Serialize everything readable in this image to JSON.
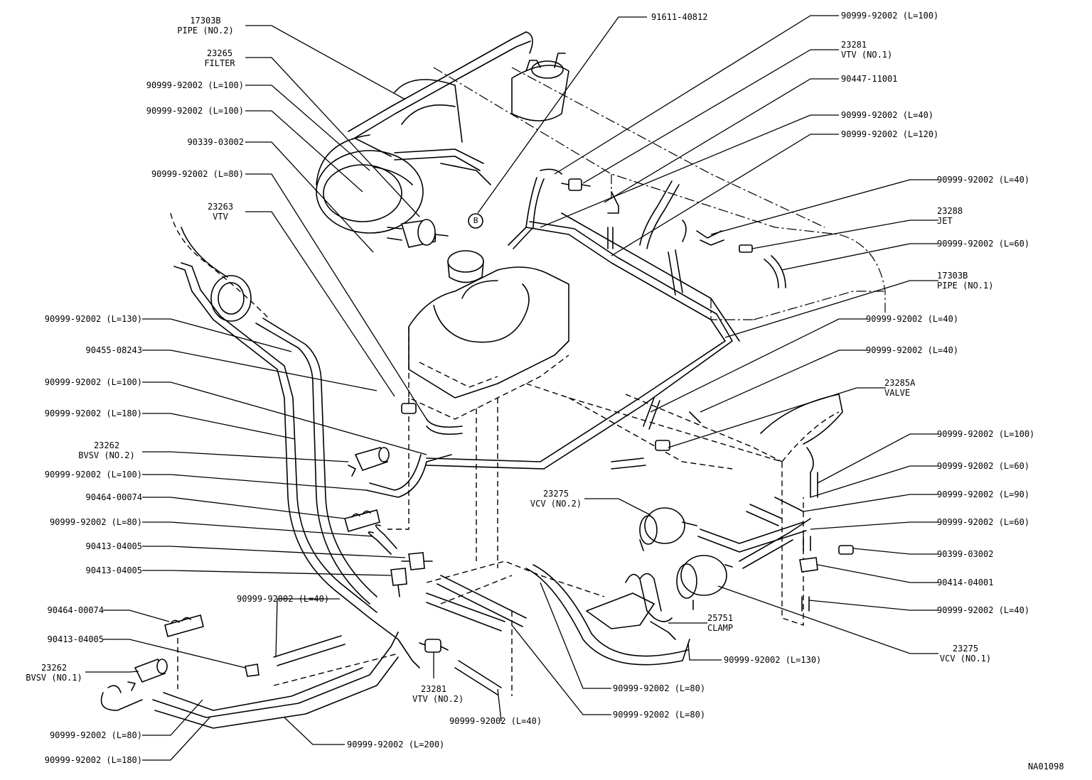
{
  "diagram": {
    "code": "NA01098",
    "bubble_letter": "B"
  },
  "labels": [
    {
      "id": "l01",
      "lines": [
        "17303B",
        "PIPE (NO.2)"
      ]
    },
    {
      "id": "l02",
      "lines": [
        "23265",
        "FILTER"
      ]
    },
    {
      "id": "l03",
      "lines": [
        "90999-92002 (L=100)"
      ]
    },
    {
      "id": "l04",
      "lines": [
        "90999-92002 (L=100)"
      ]
    },
    {
      "id": "l05",
      "lines": [
        "90339-03002"
      ]
    },
    {
      "id": "l06",
      "lines": [
        "90999-92002 (L=80)"
      ]
    },
    {
      "id": "l07",
      "lines": [
        "23263",
        "VTV"
      ]
    },
    {
      "id": "l08",
      "lines": [
        "90999-92002 (L=130)"
      ]
    },
    {
      "id": "l09",
      "lines": [
        "90455-08243"
      ]
    },
    {
      "id": "l10",
      "lines": [
        "90999-92002 (L=100)"
      ]
    },
    {
      "id": "l11",
      "lines": [
        "90999-92002 (L=180)"
      ]
    },
    {
      "id": "l12",
      "lines": [
        "23262",
        "BVSV (NO.2)"
      ]
    },
    {
      "id": "l13",
      "lines": [
        "90999-92002 (L=100)"
      ]
    },
    {
      "id": "l14",
      "lines": [
        "90464-00074"
      ]
    },
    {
      "id": "l15",
      "lines": [
        "90999-92002 (L=80)"
      ]
    },
    {
      "id": "l16",
      "lines": [
        "90413-04005"
      ]
    },
    {
      "id": "l17",
      "lines": [
        "90413-04005"
      ]
    },
    {
      "id": "l18",
      "lines": [
        "90464-00074"
      ]
    },
    {
      "id": "l19",
      "lines": [
        "90413-04005"
      ]
    },
    {
      "id": "l20",
      "lines": [
        "23262",
        "BVSV (NO.1)"
      ]
    },
    {
      "id": "l21",
      "lines": [
        "90999-92002 (L=80)"
      ]
    },
    {
      "id": "l22",
      "lines": [
        "90999-92002 (L=180)"
      ]
    },
    {
      "id": "l23",
      "lines": [
        "90999-92002 (L=40)"
      ]
    },
    {
      "id": "l24",
      "lines": [
        "23281",
        "VTV (NO.2)"
      ]
    },
    {
      "id": "l25",
      "lines": [
        "90999-92002 (L=40)"
      ]
    },
    {
      "id": "l26",
      "lines": [
        "90999-92002 (L=200)"
      ]
    },
    {
      "id": "l27",
      "lines": [
        "91611-40812"
      ]
    },
    {
      "id": "l28",
      "lines": [
        "90999-92002 (L=100)"
      ]
    },
    {
      "id": "l29",
      "lines": [
        "23281",
        "VTV (NO.1)"
      ]
    },
    {
      "id": "l30",
      "lines": [
        "90447-11001"
      ]
    },
    {
      "id": "l31",
      "lines": [
        "90999-92002 (L=40)"
      ]
    },
    {
      "id": "l32",
      "lines": [
        "90999-92002 (L=120)"
      ]
    },
    {
      "id": "l33",
      "lines": [
        "90999-92002 (L=40)"
      ]
    },
    {
      "id": "l34",
      "lines": [
        "23288",
        "JET"
      ]
    },
    {
      "id": "l35",
      "lines": [
        "90999-92002 (L=60)"
      ]
    },
    {
      "id": "l36",
      "lines": [
        "17303B",
        "PIPE (NO.1)"
      ]
    },
    {
      "id": "l37",
      "lines": [
        "90999-92002 (L=40)"
      ]
    },
    {
      "id": "l38",
      "lines": [
        "90999-92002 (L=40)"
      ]
    },
    {
      "id": "l39",
      "lines": [
        "23285A",
        "VALVE"
      ]
    },
    {
      "id": "l40",
      "lines": [
        "90999-92002 (L=100)"
      ]
    },
    {
      "id": "l41",
      "lines": [
        "90999-92002 (L=60)"
      ]
    },
    {
      "id": "l42",
      "lines": [
        "90999-92002 (L=90)"
      ]
    },
    {
      "id": "l43",
      "lines": [
        "90999-92002 (L=60)"
      ]
    },
    {
      "id": "l44",
      "lines": [
        "90399-03002"
      ]
    },
    {
      "id": "l45",
      "lines": [
        "90414-04001"
      ]
    },
    {
      "id": "l46",
      "lines": [
        "90999-92002 (L=40)"
      ]
    },
    {
      "id": "l47",
      "lines": [
        "23275",
        "VCV (NO.1)"
      ]
    },
    {
      "id": "l48",
      "lines": [
        "23275",
        "VCV (NO.2)"
      ]
    },
    {
      "id": "l49",
      "lines": [
        "25751",
        "CLAMP"
      ]
    },
    {
      "id": "l50",
      "lines": [
        "90999-92002 (L=130)"
      ]
    },
    {
      "id": "l51",
      "lines": [
        "90999-92002 (L=80)"
      ]
    },
    {
      "id": "l52",
      "lines": [
        "90999-92002 (L=80)"
      ]
    }
  ]
}
